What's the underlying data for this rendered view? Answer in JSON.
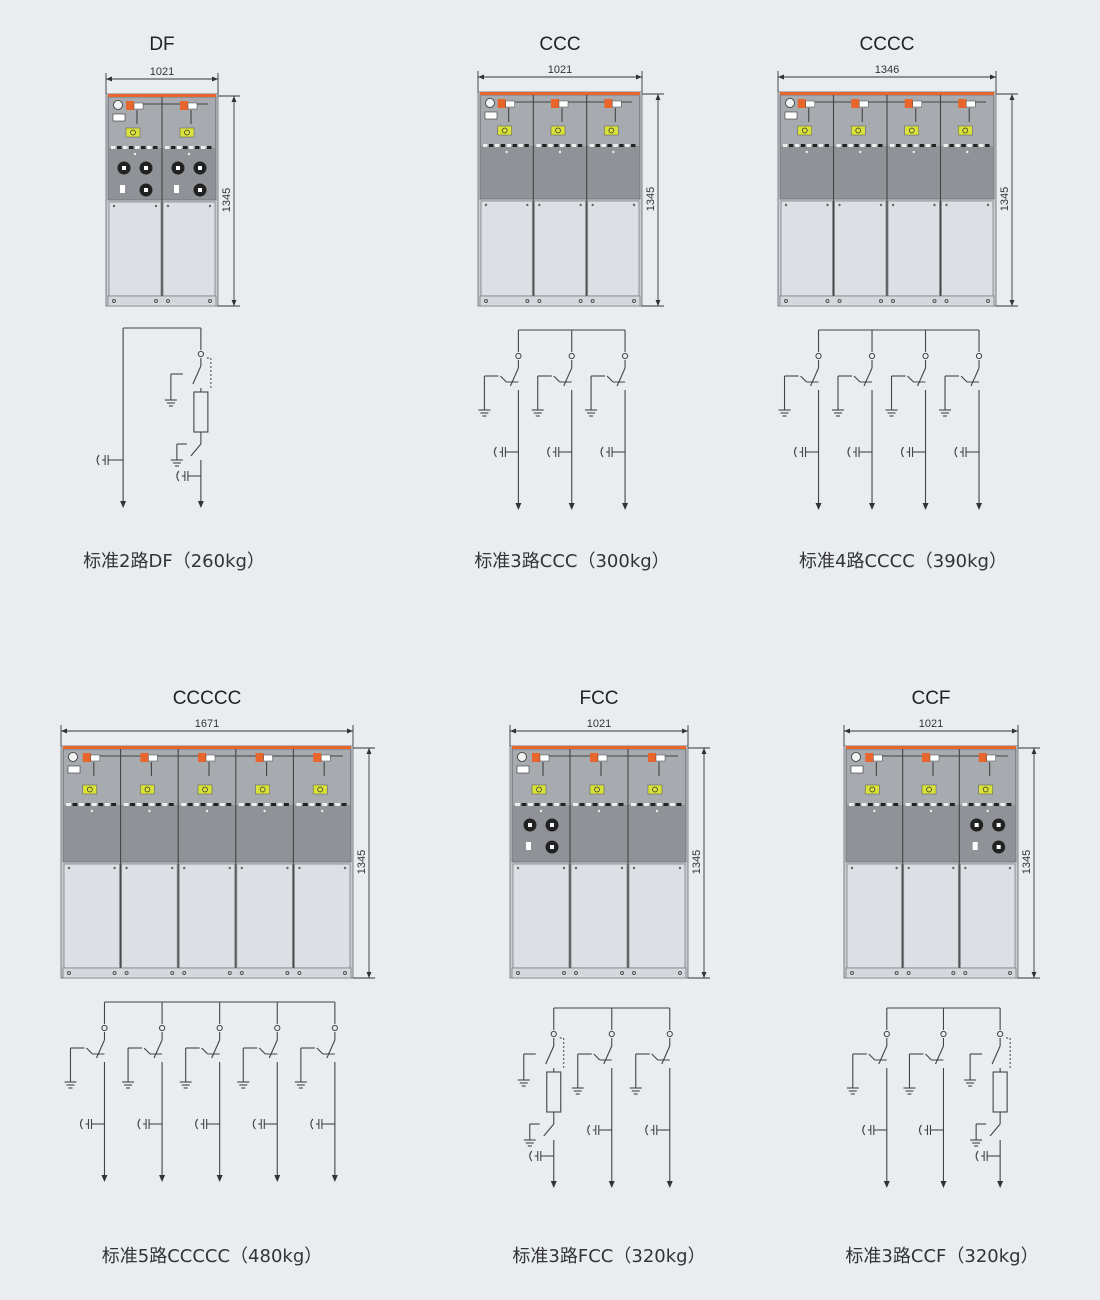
{
  "colors": {
    "background": "#eaedf0",
    "cabinet_top": "#8f9296",
    "cabinet_bottom": "#dcdfe3",
    "accent_strip": "#e8652c",
    "mimic_yellow": "#d9e23a",
    "mimic_orange": "#e8652c",
    "line": "#444444"
  },
  "units": [
    {
      "title": "DF",
      "width_label": "1021",
      "height_label": "1345",
      "caption": "标准2路DF（260kg）",
      "functions": [
        "D",
        "F"
      ]
    },
    {
      "title": "CCC",
      "width_label": "1021",
      "height_label": "1345",
      "caption": "标准3路CCC（300kg）",
      "functions": [
        "C",
        "C",
        "C"
      ]
    },
    {
      "title": "CCCC",
      "width_label": "1346",
      "height_label": "1345",
      "caption": "标准4路CCCC（390kg）",
      "functions": [
        "C",
        "C",
        "C",
        "C"
      ]
    },
    {
      "title": "CCCCC",
      "width_label": "1671",
      "height_label": "1345",
      "caption": "标准5路CCCCC（480kg）",
      "functions": [
        "C",
        "C",
        "C",
        "C",
        "C"
      ]
    },
    {
      "title": "FCC",
      "width_label": "1021",
      "height_label": "1345",
      "caption": "标准3路FCC（320kg）",
      "functions": [
        "F",
        "C",
        "C"
      ]
    },
    {
      "title": "CCF",
      "width_label": "1021",
      "height_label": "1345",
      "caption": "标准3路CCF（320kg）",
      "functions": [
        "C",
        "C",
        "F"
      ]
    }
  ]
}
